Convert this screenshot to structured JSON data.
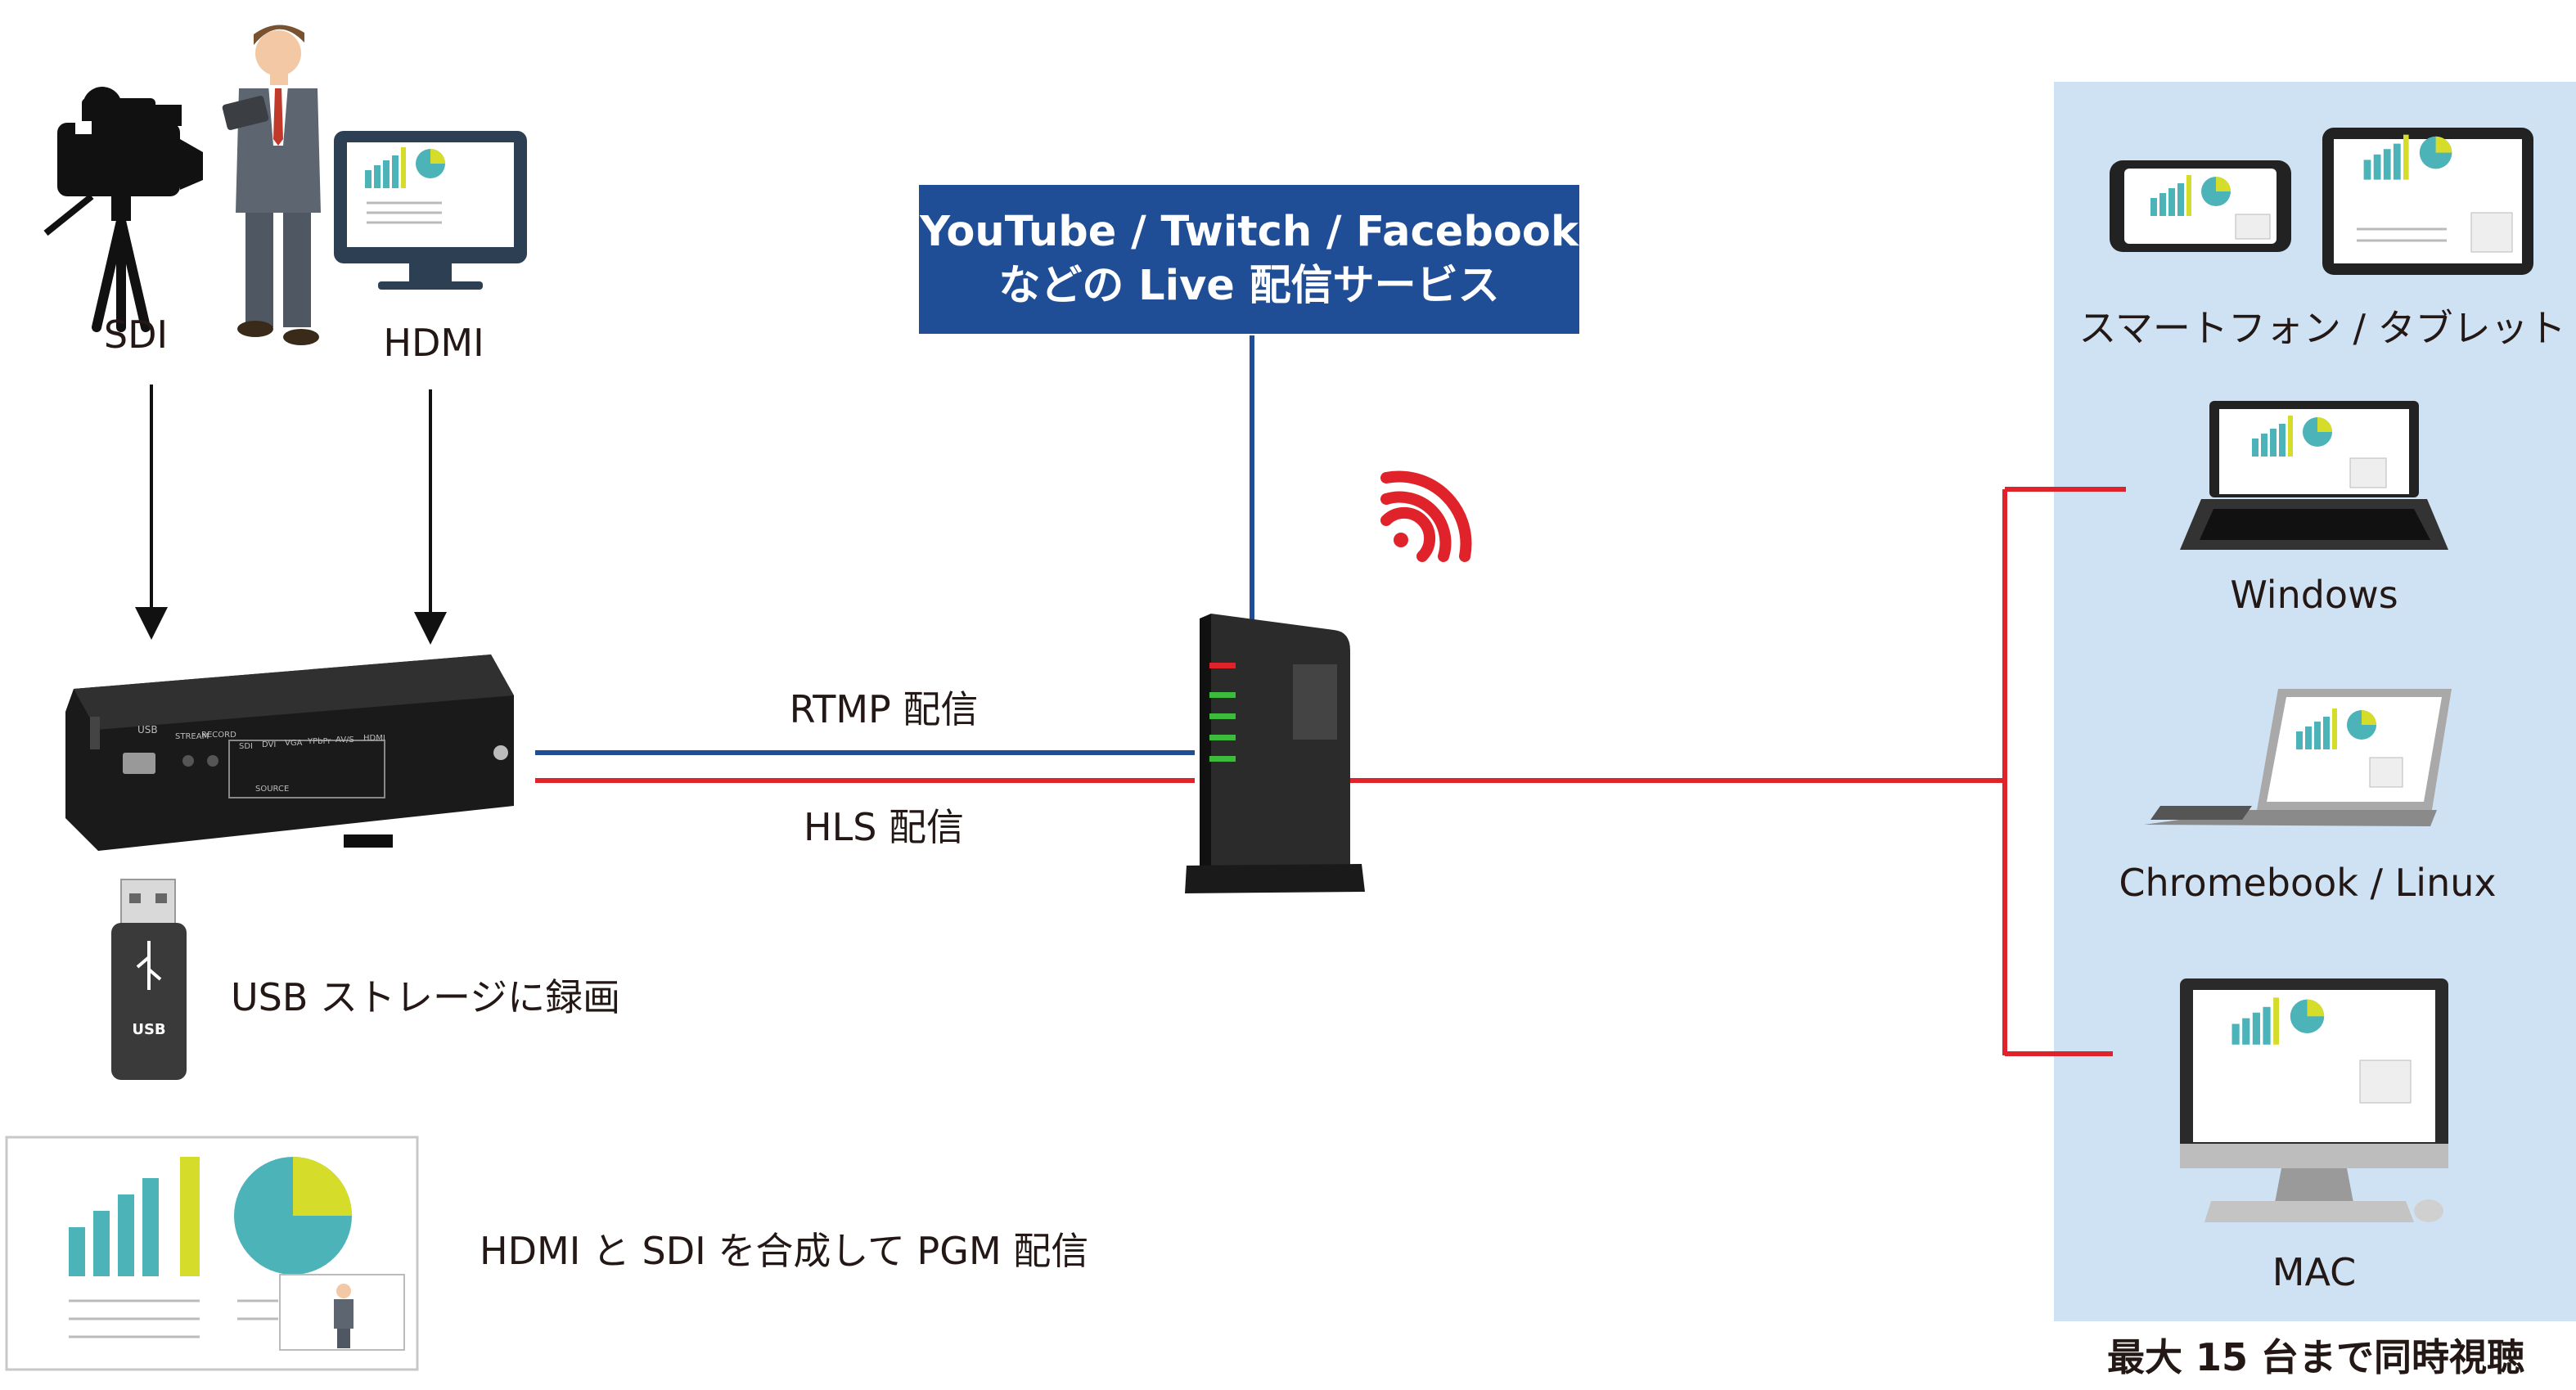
{
  "inputs": {
    "sdi_label": "SDI",
    "hdmi_label": "HDMI"
  },
  "service_box": {
    "line1": "YouTube / Twitch / Facebook",
    "line2": "などの Live 配信サービス"
  },
  "links": {
    "rtmp_label": "RTMP 配信",
    "hls_label": "HLS 配信"
  },
  "usb": {
    "stick_text": "USB",
    "caption": "USB ストレージに録画"
  },
  "composite": {
    "caption": "HDMI と SDI を合成して PGM 配信"
  },
  "encoder": {
    "port_labels": [
      "USB",
      "STREAM",
      "RECORD",
      "SDI",
      "DVI",
      "VGA",
      "YPbPr",
      "AV/S",
      "HDMI"
    ],
    "source_label": "SOURCE"
  },
  "viewers": {
    "mobile_label": "スマートフォン / タブレット",
    "windows_label": "Windows",
    "chromebook_label": "Chromebook / Linux",
    "mac_label": "MAC",
    "footer": "最大 15 台まで同時視聴"
  },
  "colors": {
    "rtmp_line": "#1f4e96",
    "hls_line": "#e0232a",
    "panel_bg": "#cfe2f3",
    "service_bg": "#1f4e96",
    "chart_teal": "#4cb3b9",
    "chart_yellow": "#d6dc2a"
  }
}
